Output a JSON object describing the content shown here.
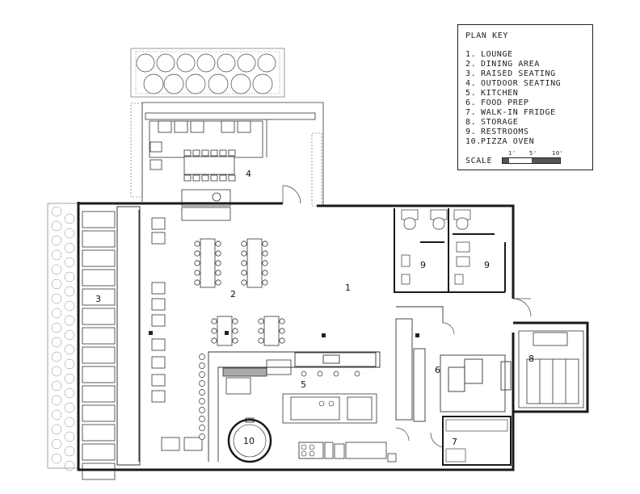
{
  "plan_key": {
    "title": "PLAN KEY",
    "items": [
      {
        "num": "1.",
        "name": "LOUNGE"
      },
      {
        "num": "2.",
        "name": "DINING AREA"
      },
      {
        "num": "3.",
        "name": "RAISED SEATING"
      },
      {
        "num": "4.",
        "name": "OUTDOOR SEATING"
      },
      {
        "num": "5.",
        "name": "KITCHEN"
      },
      {
        "num": "6.",
        "name": "FOOD PREP"
      },
      {
        "num": "7.",
        "name": "WALK-IN FRIDGE"
      },
      {
        "num": "8.",
        "name": "STORAGE"
      },
      {
        "num": "9.",
        "name": "RESTROOMS"
      },
      {
        "num": "10.",
        "name": "PIZZA OVEN"
      }
    ],
    "scale_label": "SCALE",
    "scale_ticks": [
      "1'",
      "5'",
      "10'"
    ],
    "scale_colors": {
      "dark": "#555555",
      "light": "#ffffff"
    }
  },
  "room_labels": {
    "r1": "1",
    "r2": "2",
    "r3": "3",
    "r4": "4",
    "r5": "5",
    "r6": "6",
    "r7": "7",
    "r8": "8",
    "r9a": "9",
    "r9b": "9",
    "r10": "10"
  },
  "colors": {
    "wall": "#1a1a1a",
    "line": "#444444",
    "fixture": "#777777",
    "bg": "#ffffff"
  }
}
